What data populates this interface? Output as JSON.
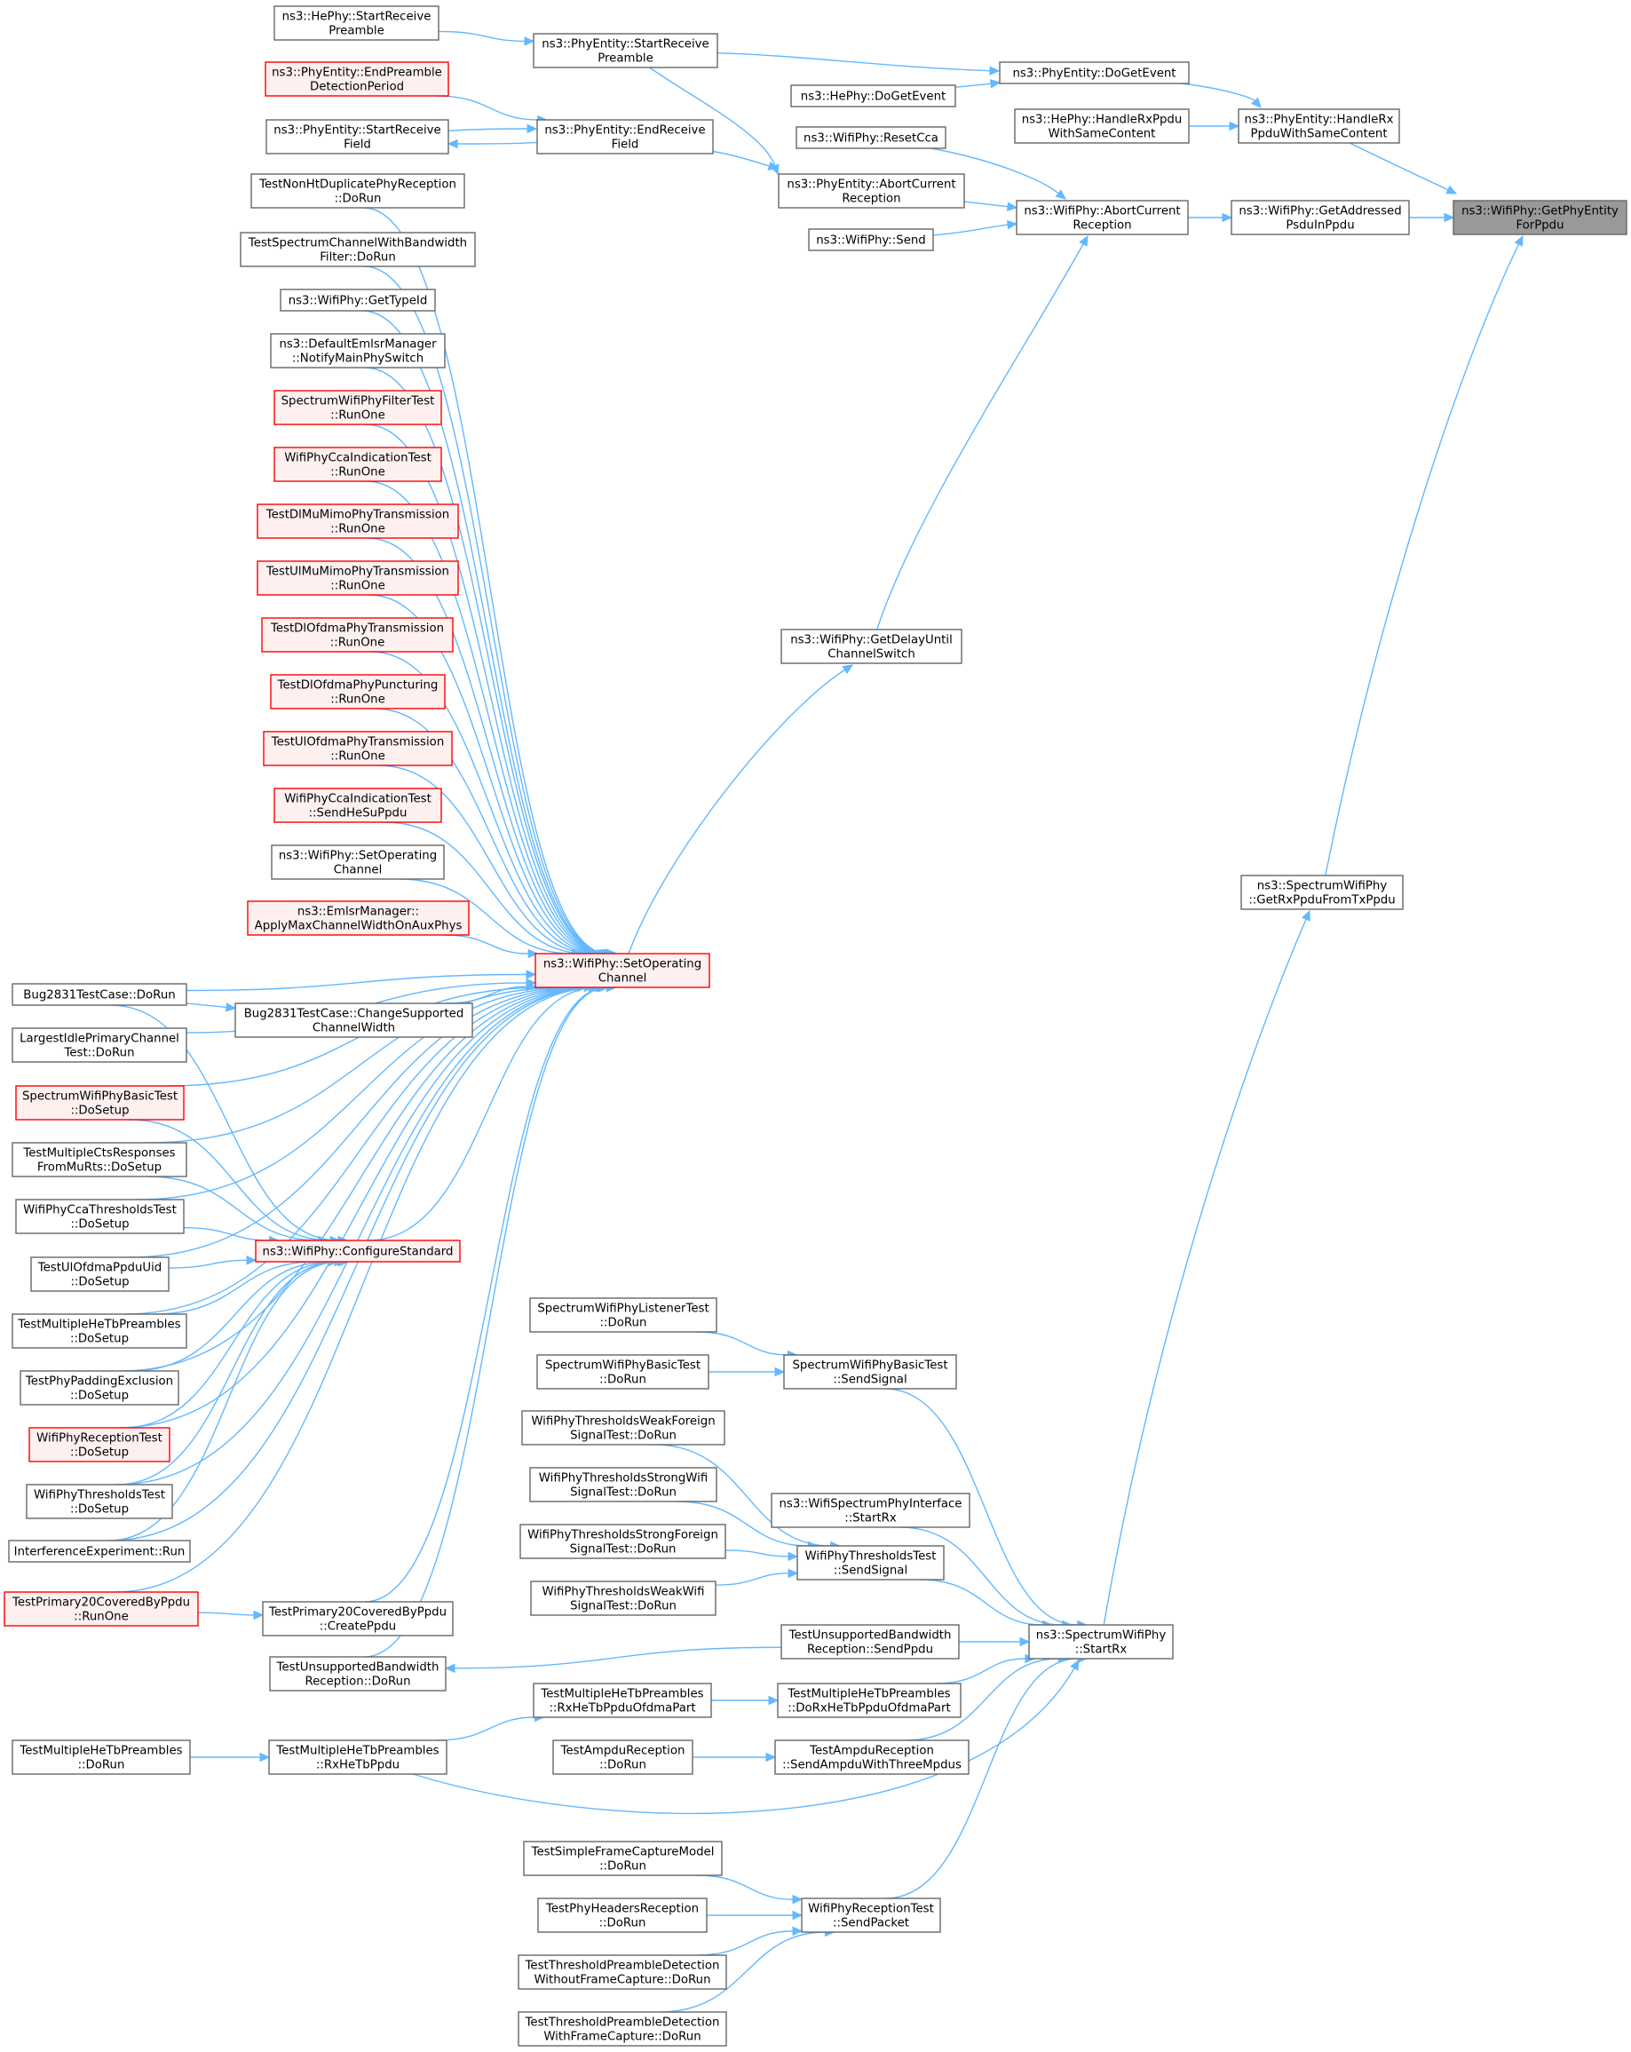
{
  "nodes": [
    {
      "id": "root",
      "lines": [
        "ns3::WifiPhy::GetPhyEntity",
        "ForPpdu"
      ],
      "style": "root"
    },
    {
      "id": "handleRx",
      "lines": [
        "ns3::PhyEntity::HandleRx",
        "PpduWithSameContent"
      ],
      "style": "normal"
    },
    {
      "id": "getAddressed",
      "lines": [
        "ns3::WifiPhy::GetAddressed",
        "PsduInPpdu"
      ],
      "style": "normal"
    },
    {
      "id": "getRxPpdu",
      "lines": [
        "ns3::SpectrumWifiPhy",
        "::GetRxPpduFromTxPpdu"
      ],
      "style": "normal"
    },
    {
      "id": "doGetEvent",
      "lines": [
        "ns3::PhyEntity::DoGetEvent"
      ],
      "style": "normal"
    },
    {
      "id": "heHandleRx",
      "lines": [
        "ns3::HePhy::HandleRxPpdu",
        "WithSameContent"
      ],
      "style": "normal"
    },
    {
      "id": "wifiAbort",
      "lines": [
        "ns3::WifiPhy::AbortCurrent",
        "Reception"
      ],
      "style": "normal"
    },
    {
      "id": "startRx",
      "lines": [
        "ns3::SpectrumWifiPhy",
        "::StartRx"
      ],
      "style": "normal"
    },
    {
      "id": "peStartRecvPre",
      "lines": [
        "ns3::PhyEntity::StartReceive",
        "Preamble"
      ],
      "style": "normal"
    },
    {
      "id": "heDoGetEvent",
      "lines": [
        "ns3::HePhy::DoGetEvent"
      ],
      "style": "normal"
    },
    {
      "id": "resetCca",
      "lines": [
        "ns3::WifiPhy::ResetCca"
      ],
      "style": "normal"
    },
    {
      "id": "peAbort",
      "lines": [
        "ns3::PhyEntity::AbortCurrent",
        "Reception"
      ],
      "style": "normal"
    },
    {
      "id": "wifiSend",
      "lines": [
        "ns3::WifiPhy::Send"
      ],
      "style": "normal"
    },
    {
      "id": "getDelay",
      "lines": [
        "ns3::WifiPhy::GetDelayUntil",
        "ChannelSwitch"
      ],
      "style": "normal"
    },
    {
      "id": "heStartRecvPre",
      "lines": [
        "ns3::HePhy::StartReceive",
        "Preamble"
      ],
      "style": "normal"
    },
    {
      "id": "peEndRecvField",
      "lines": [
        "ns3::PhyEntity::EndReceive",
        "Field"
      ],
      "style": "normal"
    },
    {
      "id": "peEndPreamble",
      "lines": [
        "ns3::PhyEntity::EndPreamble",
        "DetectionPeriod"
      ],
      "style": "red"
    },
    {
      "id": "peStartRecvField",
      "lines": [
        "ns3::PhyEntity::StartReceive",
        "Field"
      ],
      "style": "normal"
    },
    {
      "id": "setOpCh",
      "lines": [
        "ns3::WifiPhy::SetOperating",
        "Channel"
      ],
      "style": "red"
    },
    {
      "id": "t1",
      "lines": [
        "TestNonHtDuplicatePhyReception",
        "::DoRun"
      ],
      "style": "normal"
    },
    {
      "id": "t2",
      "lines": [
        "TestSpectrumChannelWithBandwidth",
        "Filter::DoRun"
      ],
      "style": "normal"
    },
    {
      "id": "t3",
      "lines": [
        "ns3::WifiPhy::GetTypeId"
      ],
      "style": "normal"
    },
    {
      "id": "t4",
      "lines": [
        "ns3::DefaultEmlsrManager",
        "::NotifyMainPhySwitch"
      ],
      "style": "normal"
    },
    {
      "id": "t5",
      "lines": [
        "SpectrumWifiPhyFilterTest",
        "::RunOne"
      ],
      "style": "red"
    },
    {
      "id": "t6",
      "lines": [
        "WifiPhyCcaIndicationTest",
        "::RunOne"
      ],
      "style": "red"
    },
    {
      "id": "t7",
      "lines": [
        "TestDlMuMimoPhyTransmission",
        "::RunOne"
      ],
      "style": "red"
    },
    {
      "id": "t8",
      "lines": [
        "TestUlMuMimoPhyTransmission",
        "::RunOne"
      ],
      "style": "red"
    },
    {
      "id": "t9",
      "lines": [
        "TestDlOfdmaPhyTransmission",
        "::RunOne"
      ],
      "style": "red"
    },
    {
      "id": "t10",
      "lines": [
        "TestDlOfdmaPhyPuncturing",
        "::RunOne"
      ],
      "style": "red"
    },
    {
      "id": "t11",
      "lines": [
        "TestUlOfdmaPhyTransmission",
        "::RunOne"
      ],
      "style": "red"
    },
    {
      "id": "t12",
      "lines": [
        "WifiPhyCcaIndicationTest",
        "::SendHeSuPpdu"
      ],
      "style": "red"
    },
    {
      "id": "t13",
      "lines": [
        "ns3::WifiPhy::SetOperating",
        "Channel"
      ],
      "style": "normal"
    },
    {
      "id": "t14",
      "lines": [
        "ns3::EmlsrManager::",
        "ApplyMaxChannelWidthOnAuxPhys"
      ],
      "style": "red"
    },
    {
      "id": "bugDoRun",
      "lines": [
        "Bug2831TestCase::DoRun"
      ],
      "style": "normal"
    },
    {
      "id": "bugChange",
      "lines": [
        "Bug2831TestCase::ChangeSupported",
        "ChannelWidth"
      ],
      "style": "normal"
    },
    {
      "id": "largest",
      "lines": [
        "LargestIdlePrimaryChannel",
        "Test::DoRun"
      ],
      "style": "normal"
    },
    {
      "id": "swpBasicSetup",
      "lines": [
        "SpectrumWifiPhyBasicTest",
        "::DoSetup"
      ],
      "style": "red"
    },
    {
      "id": "multiCts",
      "lines": [
        "TestMultipleCtsResponses",
        "FromMuRts::DoSetup"
      ],
      "style": "normal"
    },
    {
      "id": "ccaThresh",
      "lines": [
        "WifiPhyCcaThresholdsTest",
        "::DoSetup"
      ],
      "style": "normal"
    },
    {
      "id": "configStd",
      "lines": [
        "ns3::WifiPhy::ConfigureStandard"
      ],
      "style": "red"
    },
    {
      "id": "ulOfdmaUid",
      "lines": [
        "TestUlOfdmaPpduUid",
        "::DoSetup"
      ],
      "style": "normal"
    },
    {
      "id": "multiHeSetup",
      "lines": [
        "TestMultipleHeTbPreambles",
        "::DoSetup"
      ],
      "style": "normal"
    },
    {
      "id": "padding",
      "lines": [
        "TestPhyPaddingExclusion",
        "::DoSetup"
      ],
      "style": "normal"
    },
    {
      "id": "recvTestSetup",
      "lines": [
        "WifiPhyReceptionTest",
        "::DoSetup"
      ],
      "style": "red"
    },
    {
      "id": "threshSetup",
      "lines": [
        "WifiPhyThresholdsTest",
        "::DoSetup"
      ],
      "style": "normal"
    },
    {
      "id": "interference",
      "lines": [
        "InterferenceExperiment::Run"
      ],
      "style": "normal"
    },
    {
      "id": "p20RunOne",
      "lines": [
        "TestPrimary20CoveredByPpdu",
        "::RunOne"
      ],
      "style": "red"
    },
    {
      "id": "p20Create",
      "lines": [
        "TestPrimary20CoveredByPpdu",
        "::CreatePpdu"
      ],
      "style": "normal"
    },
    {
      "id": "unsuppDoRun",
      "lines": [
        "TestUnsupportedBandwidth",
        "Reception::DoRun"
      ],
      "style": "normal"
    },
    {
      "id": "multiHeDoRun",
      "lines": [
        "TestMultipleHeTbPreambles",
        "::DoRun"
      ],
      "style": "normal"
    },
    {
      "id": "multiHeRx",
      "lines": [
        "TestMultipleHeTbPreambles",
        "::RxHeTbPpdu"
      ],
      "style": "normal"
    },
    {
      "id": "multiHeRxOfdma",
      "lines": [
        "TestMultipleHeTbPreambles",
        "::RxHeTbPpduOfdmaPart"
      ],
      "style": "normal"
    },
    {
      "id": "ampduDoRun",
      "lines": [
        "TestAmpduReception",
        "::DoRun"
      ],
      "style": "normal"
    },
    {
      "id": "listenerDoRun",
      "lines": [
        "SpectrumWifiPhyListenerTest",
        "::DoRun"
      ],
      "style": "normal"
    },
    {
      "id": "basicDoRun",
      "lines": [
        "SpectrumWifiPhyBasicTest",
        "::DoRun"
      ],
      "style": "normal"
    },
    {
      "id": "basicSend",
      "lines": [
        "SpectrumWifiPhyBasicTest",
        "::SendSignal"
      ],
      "style": "normal"
    },
    {
      "id": "weakForeign",
      "lines": [
        "WifiPhyThresholdsWeakForeign",
        "SignalTest::DoRun"
      ],
      "style": "normal"
    },
    {
      "id": "strongWifi",
      "lines": [
        "WifiPhyThresholdsStrongWifi",
        "SignalTest::DoRun"
      ],
      "style": "normal"
    },
    {
      "id": "strongForeign",
      "lines": [
        "WifiPhyThresholdsStrongForeign",
        "SignalTest::DoRun"
      ],
      "style": "normal"
    },
    {
      "id": "weakWifi",
      "lines": [
        "WifiPhyThresholdsWeakWifi",
        "SignalTest::DoRun"
      ],
      "style": "normal"
    },
    {
      "id": "threshSend",
      "lines": [
        "WifiPhyThresholdsTest",
        "::SendSignal"
      ],
      "style": "normal"
    },
    {
      "id": "spectrumIf",
      "lines": [
        "ns3::WifiSpectrumPhyInterface",
        "::StartRx"
      ],
      "style": "normal"
    },
    {
      "id": "unsuppSend",
      "lines": [
        "TestUnsupportedBandwidth",
        "Reception::SendPpdu"
      ],
      "style": "normal"
    },
    {
      "id": "multiHeDoRx",
      "lines": [
        "TestMultipleHeTbPreambles",
        "::DoRxHeTbPpduOfdmaPart"
      ],
      "style": "normal"
    },
    {
      "id": "ampduSend",
      "lines": [
        "TestAmpduReception",
        "::SendAmpduWithThreeMpdus"
      ],
      "style": "normal"
    },
    {
      "id": "simpleCapture",
      "lines": [
        "TestSimpleFrameCaptureModel",
        "::DoRun"
      ],
      "style": "normal"
    },
    {
      "id": "headersRecv",
      "lines": [
        "TestPhyHeadersReception",
        "::DoRun"
      ],
      "style": "normal"
    },
    {
      "id": "threshWithout",
      "lines": [
        "TestThresholdPreambleDetection",
        "WithoutFrameCapture::DoRun"
      ],
      "style": "normal"
    },
    {
      "id": "threshWith",
      "lines": [
        "TestThresholdPreambleDetection",
        "WithFrameCapture::DoRun"
      ],
      "style": "normal"
    },
    {
      "id": "recvSendPacket",
      "lines": [
        "WifiPhyReceptionTest",
        "::SendPacket"
      ],
      "style": "normal"
    }
  ]
}
